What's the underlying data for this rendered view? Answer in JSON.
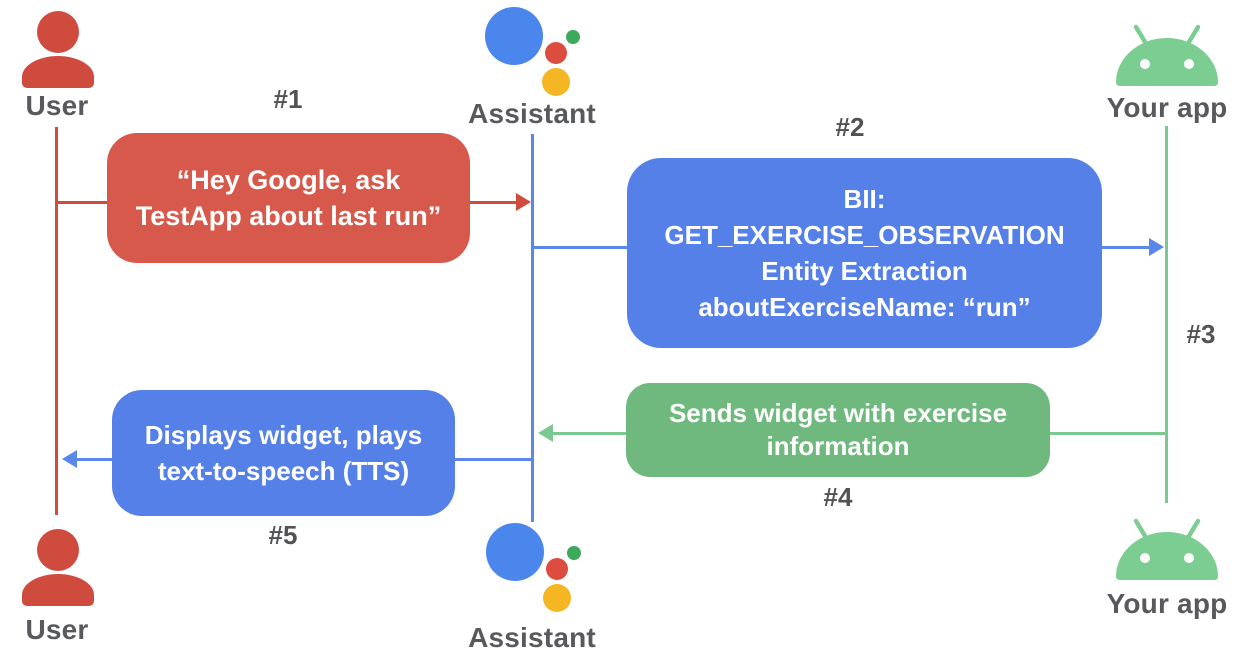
{
  "diagram_type": "sequence-diagram",
  "actors": {
    "user_top": {
      "label": "User"
    },
    "assistant_top": {
      "label": "Assistant"
    },
    "app_top": {
      "label": "Your app"
    },
    "user_bottom": {
      "label": "User"
    },
    "assistant_bottom": {
      "label": "Assistant"
    },
    "app_bottom": {
      "label": "Your app"
    }
  },
  "steps": {
    "step1": {
      "tag": "#1",
      "message": "“Hey Google, ask TestApp about last run”",
      "from": "User",
      "to": "Assistant"
    },
    "step2": {
      "tag": "#2",
      "lines": [
        "BII:",
        "GET_EXERCISE_OBSERVATION",
        "Entity Extraction",
        "aboutExerciseName: “run”"
      ],
      "from": "Assistant",
      "to": "Your app"
    },
    "step3": {
      "tag": "#3"
    },
    "step4": {
      "tag": "#4",
      "message": "Sends widget with exercise information",
      "from": "Your app",
      "to": "Assistant"
    },
    "step5": {
      "tag": "#5",
      "message": "Displays widget, plays text-to-speech (TTS)",
      "from": "Assistant",
      "to": "User"
    }
  },
  "icons": {
    "user": "person-icon",
    "assistant": "google-assistant-logo",
    "app": "android-robot-icon"
  },
  "colors": {
    "user_red": "#CE4B3E",
    "message_red": "#D6594B",
    "message_blue": "#5580E8",
    "line_blue": "#5B86EA",
    "message_green": "#6FB97E",
    "app_green": "#7CCD92",
    "logo_blue": "#4B86EC",
    "logo_red": "#DC4D40",
    "logo_yellow": "#F4B622",
    "logo_green": "#3CA95C",
    "label_gray": "#58595C"
  }
}
